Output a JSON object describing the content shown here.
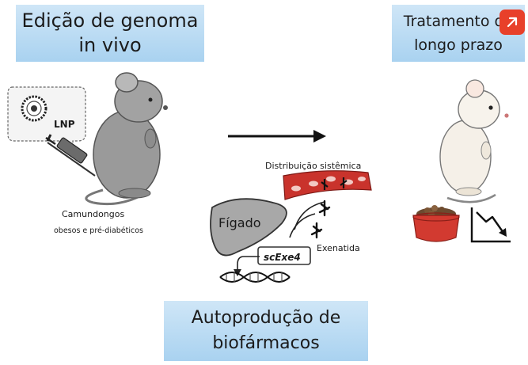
{
  "titles": {
    "left_line1": "Edição de genoma",
    "left_line2": "in vivo",
    "right_line1": "Tratamento de",
    "right_line2": "longo prazo",
    "bottom_line1": "Autoprodução de",
    "bottom_line2": "biofármacos"
  },
  "labels": {
    "lnp": "LNP",
    "mice": "Camundongos",
    "mice_sub": "obesos e pré-diabéticos",
    "distribution": "Distribuição sistêmica",
    "liver": "Fígado",
    "exenatide": "Exenatida",
    "gene": "scExe4"
  },
  "icons": {
    "open": "external-link-icon"
  },
  "colors": {
    "title_box": "#a9d2f0",
    "open_button": "#e8402a",
    "mouse_gray": "#9a9a9a",
    "mouse_white": "#f5f0e8",
    "vessel": "#c9332c",
    "bowl": "#d23a30"
  }
}
